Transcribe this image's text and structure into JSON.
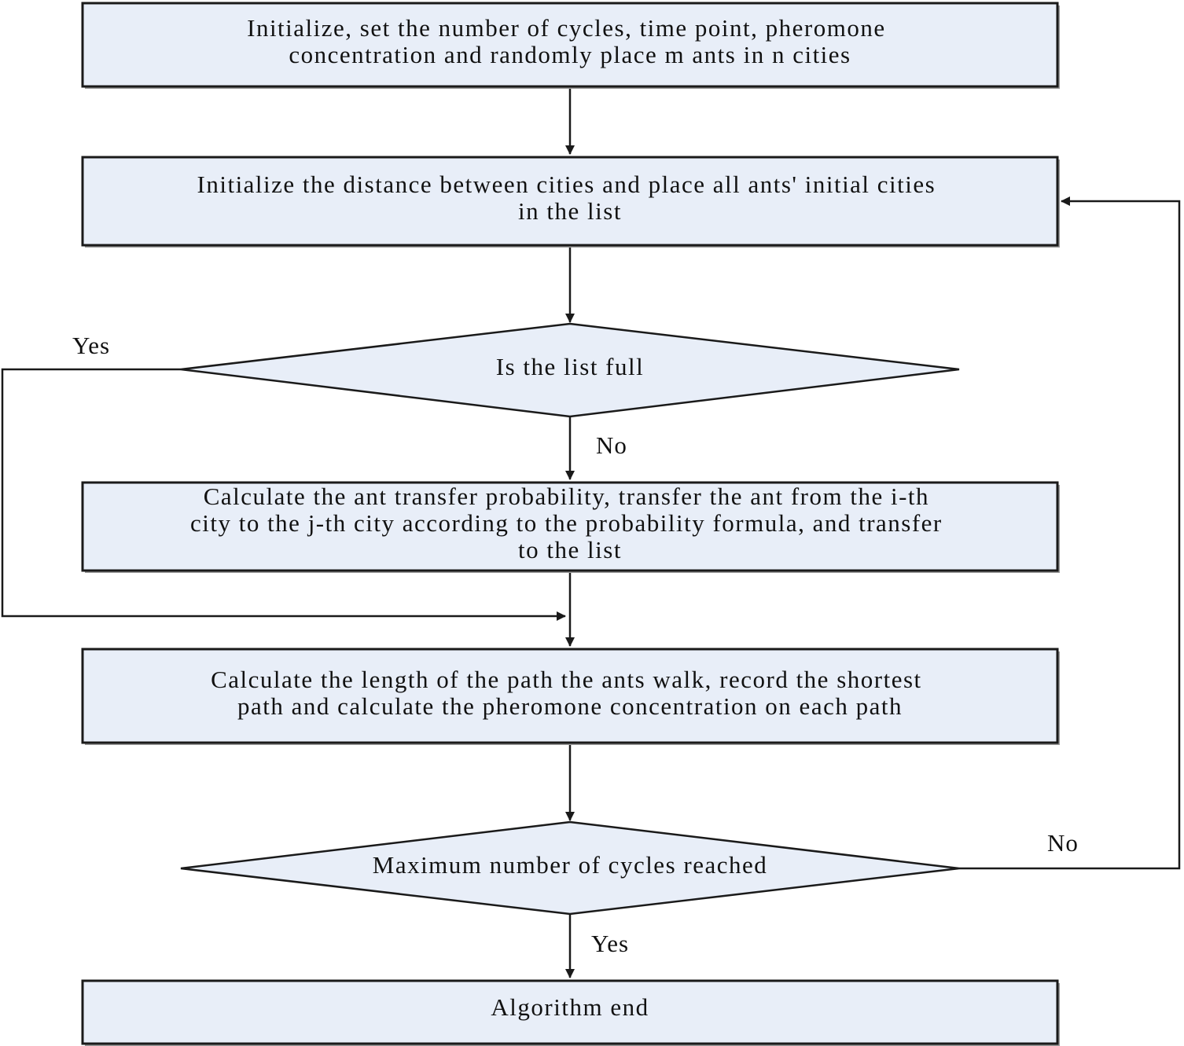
{
  "nodes": {
    "init": {
      "lines": [
        "Initialize, set the number of cycles, time point, pheromone",
        "concentration and randomly place m ants in n cities"
      ]
    },
    "init_distance": {
      "lines": [
        "Initialize the distance between cities and place all ants' initial cities",
        "in the list"
      ]
    },
    "list_full": {
      "lines": [
        "Is the list full"
      ]
    },
    "transfer": {
      "lines": [
        "Calculate the ant transfer probability, transfer the ant from the i-th",
        "city to the j-th city according to the probability formula, and transfer",
        "to the list"
      ]
    },
    "path_length": {
      "lines": [
        "Calculate the length of the path the ants walk, record the shortest",
        "path and calculate the pheromone concentration on each path"
      ]
    },
    "max_cycles": {
      "lines": [
        "Maximum number of cycles reached"
      ]
    },
    "end": {
      "lines": [
        "Algorithm end"
      ]
    }
  },
  "edge_labels": {
    "list_full_yes": "Yes",
    "list_full_no": "No",
    "max_cycles_no": "No",
    "max_cycles_yes": "Yes"
  }
}
